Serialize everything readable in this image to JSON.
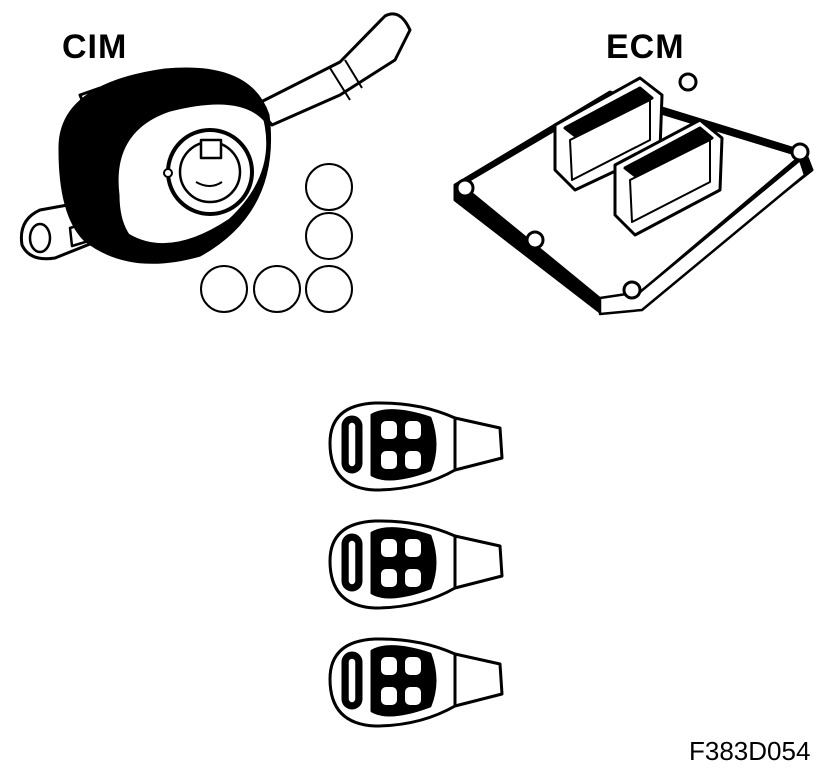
{
  "labels": {
    "cim": "CIM",
    "ecm": "ECM"
  },
  "figure_code": "F383D054",
  "components": [
    {
      "name": "cim-module",
      "icon": "steering-column-switch-icon"
    },
    {
      "name": "ecm-module",
      "icon": "engine-control-module-icon"
    },
    {
      "name": "key-fob",
      "icon": "remote-key-icon",
      "count": 3
    }
  ],
  "empty_circles": 5,
  "colors": {
    "ink": "#000000",
    "paper": "#ffffff"
  }
}
